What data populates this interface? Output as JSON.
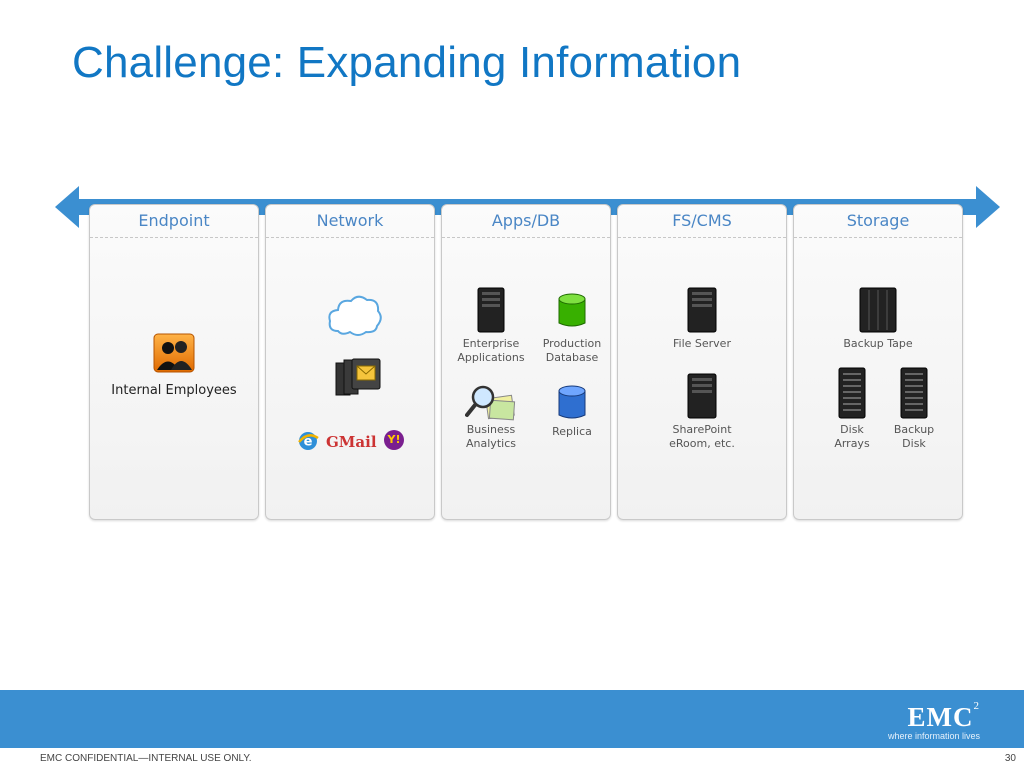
{
  "slide": {
    "title": "Challenge: Expanding Information",
    "confidential": "EMC CONFIDENTIAL—INTERNAL USE ONLY.",
    "page_number": "30"
  },
  "logo": {
    "name": "EMC",
    "superscript": "2",
    "tagline": "where information lives"
  },
  "colors": {
    "title": "#1177c4",
    "arrow": "#3b8fd1",
    "header_text": "#4a86c5",
    "footer": "#3b8fd1"
  },
  "panels": [
    {
      "header": "Endpoint",
      "items": [
        {
          "icon": "people-icon",
          "label": "Internal Employees"
        }
      ]
    },
    {
      "header": "Network",
      "items": [
        {
          "icon": "cloud-icon",
          "label": ""
        },
        {
          "icon": "mail-server-icon",
          "label": ""
        },
        {
          "icon": "ie-icon",
          "label": ""
        },
        {
          "icon": "gmail-icon",
          "label": "GMail"
        },
        {
          "icon": "yahoo-icon",
          "label": "Y!"
        }
      ]
    },
    {
      "header": "Apps/DB",
      "items": [
        {
          "icon": "server-icon",
          "label": "Enterprise\nApplications"
        },
        {
          "icon": "database-icon",
          "label": "Production\nDatabase"
        },
        {
          "icon": "magnifier-icon",
          "label": "Business\nAnalytics"
        },
        {
          "icon": "database-icon",
          "label": "Replica"
        }
      ]
    },
    {
      "header": "FS/CMS",
      "items": [
        {
          "icon": "server-icon",
          "label": "File Server"
        },
        {
          "icon": "server-icon",
          "label": "SharePoint\neRoom, etc."
        }
      ]
    },
    {
      "header": "Storage",
      "items": [
        {
          "icon": "tape-library-icon",
          "label": "Backup Tape"
        },
        {
          "icon": "disk-array-icon",
          "label": "Disk\nArrays"
        },
        {
          "icon": "disk-array-icon",
          "label": "Backup\nDisk"
        }
      ]
    }
  ]
}
